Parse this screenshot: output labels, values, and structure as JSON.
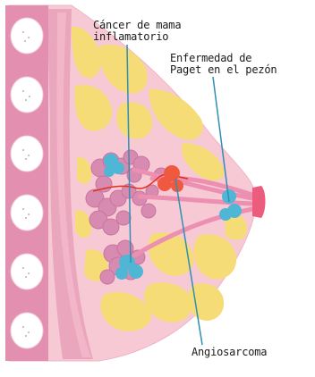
{
  "labels": {
    "inflammatory": [
      "Cáncer de mama",
      "inflamatorio"
    ],
    "paget": [
      "Enfermedad de",
      "Paget en el pezón"
    ],
    "angiosarcoma": [
      "Angiosarcoma"
    ]
  },
  "colors": {
    "skin": "#f7c9d4",
    "chest_wall": "#eaa6bd",
    "rib": "#ffffff",
    "fat": "#f6dc77",
    "gland": "#d88bb0",
    "duct": "#ec8fb0",
    "nipple": "#ec5c7c",
    "tumor_blue": "#4fb6d6",
    "tumor_red": "#f0583f",
    "leader": "#2f8fb3",
    "vessel": "#e0301e"
  }
}
